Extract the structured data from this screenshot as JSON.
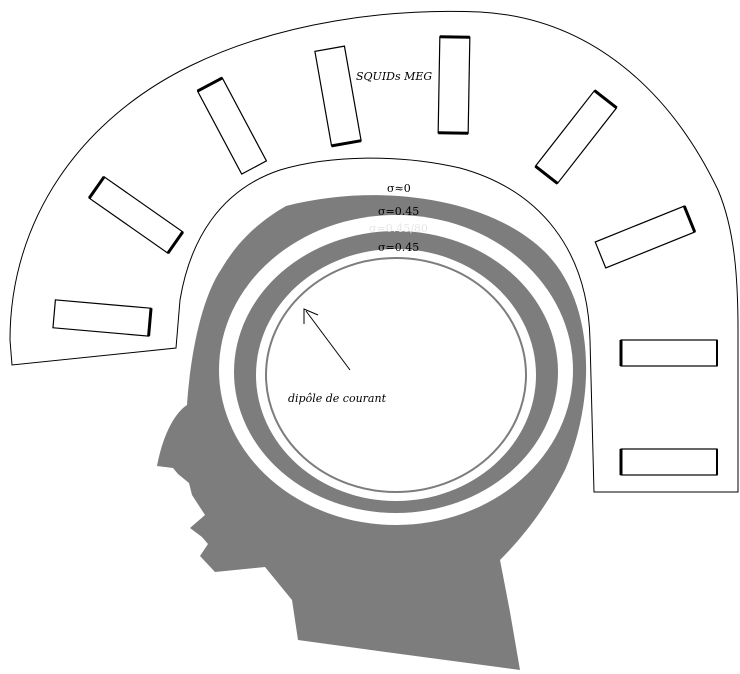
{
  "labels": {
    "squids": "SQUIDs MEG",
    "dipole": "dipôle de courant",
    "sigma_air": "σ≈0",
    "sigma_scalp": "σ=0.45",
    "sigma_skull": "σ=0.45/80",
    "sigma_brain": "σ=0.45"
  },
  "colors": {
    "tissue": "#7d7d7d",
    "line": "#000000",
    "background": "#ffffff",
    "skull_label": "#e6e6e6"
  }
}
